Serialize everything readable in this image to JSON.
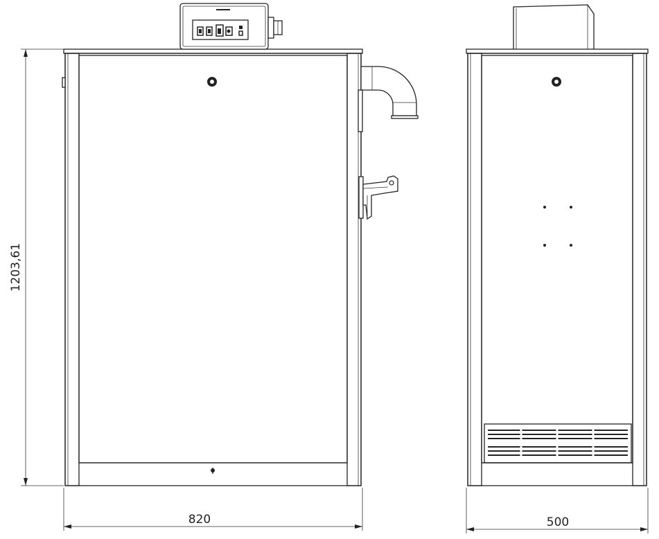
{
  "dimensions": {
    "height_label": "1203,61",
    "front_width_label": "820",
    "side_width_label": "500"
  },
  "views": [
    "front-view",
    "side-view"
  ]
}
